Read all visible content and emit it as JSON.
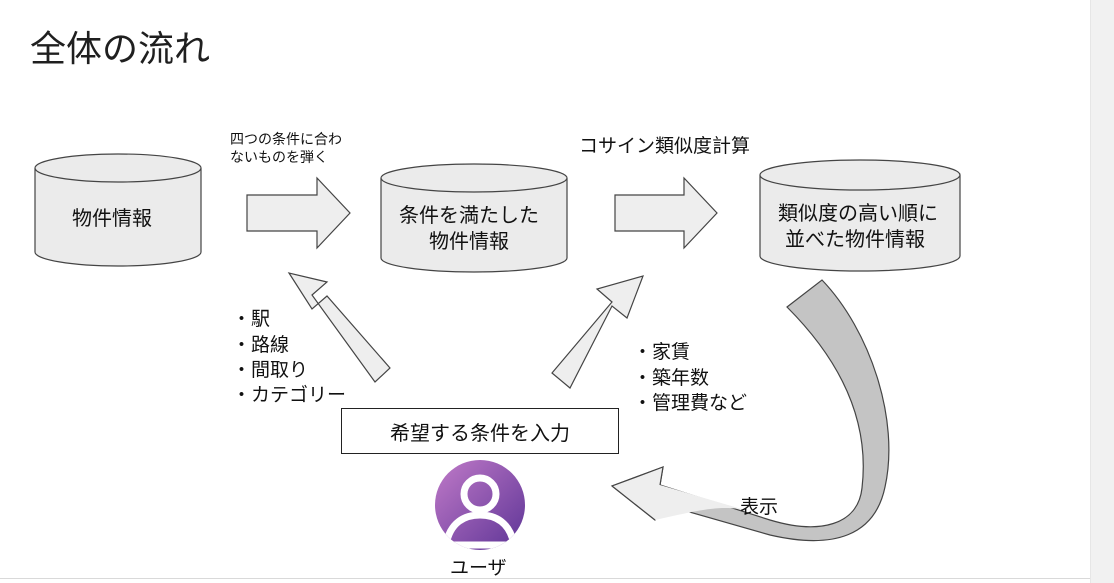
{
  "title": "全体の流れ",
  "nodes": {
    "db1": "物件情報",
    "db2_line1": "条件を満たした",
    "db2_line2": "物件情報",
    "db3_line1": "類似度の高い順に",
    "db3_line2": "並べた物件情報"
  },
  "labels": {
    "filter_line1": "四つの条件に合わ",
    "filter_line2": "ないものを弾く",
    "cosine": "コサイン類似度計算",
    "display": "表示",
    "user": "ユーザ",
    "input": "希望する条件を入力"
  },
  "left_conditions": [
    "・駅",
    "・路線",
    "・間取り",
    "・カテゴリー"
  ],
  "right_conditions": [
    "・家賃",
    "・築年数",
    "・管理費など"
  ],
  "colors": {
    "cylinder_fill": "#ebebeb",
    "arrow_fill": "#eeeeee",
    "curved_arrow_fill": "#bdbdbd",
    "avatar_gradient_start": "#b06ac0",
    "avatar_gradient_end": "#6a3aa0"
  },
  "icons": {
    "avatar": "user-avatar-icon"
  }
}
